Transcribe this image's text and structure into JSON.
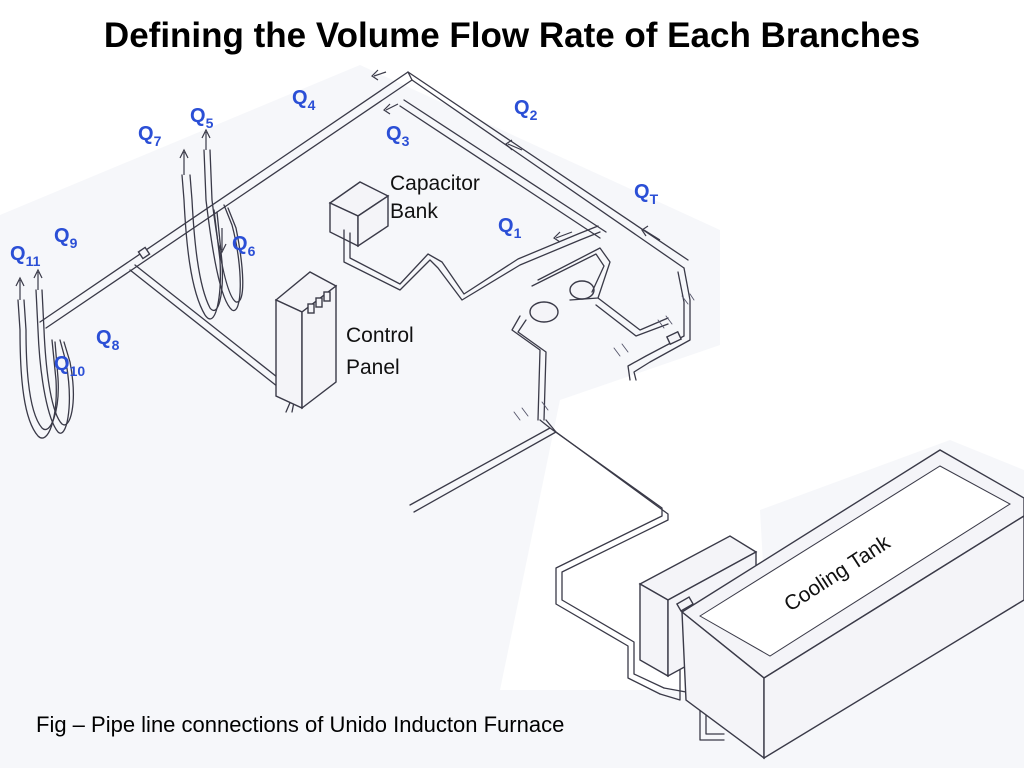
{
  "title": "Defining the Volume Flow Rate of Each Branches",
  "caption": "Fig – Pipe line connections of Unido Inducton Furnace",
  "components": {
    "capacitor_bank": [
      "Capacitor",
      "Bank"
    ],
    "control_panel": [
      "Control",
      "Panel"
    ],
    "cooling_tank": "Cooling Tank"
  },
  "flows": [
    {
      "id": "q4",
      "base": "Q",
      "sub": "4"
    },
    {
      "id": "q2",
      "base": "Q",
      "sub": "2"
    },
    {
      "id": "q5",
      "base": "Q",
      "sub": "5"
    },
    {
      "id": "q7",
      "base": "Q",
      "sub": "7"
    },
    {
      "id": "q3",
      "base": "Q",
      "sub": "3"
    },
    {
      "id": "qt",
      "base": "Q",
      "sub": "T"
    },
    {
      "id": "q1",
      "base": "Q",
      "sub": "1"
    },
    {
      "id": "q9",
      "base": "Q",
      "sub": "9"
    },
    {
      "id": "q11",
      "base": "Q",
      "sub": "11"
    },
    {
      "id": "q6",
      "base": "Q",
      "sub": "6"
    },
    {
      "id": "q8",
      "base": "Q",
      "sub": "8"
    },
    {
      "id": "q10",
      "base": "Q",
      "sub": "10"
    }
  ],
  "colors": {
    "label_blue": "#2b4fd6",
    "line": "#3a3a48"
  }
}
